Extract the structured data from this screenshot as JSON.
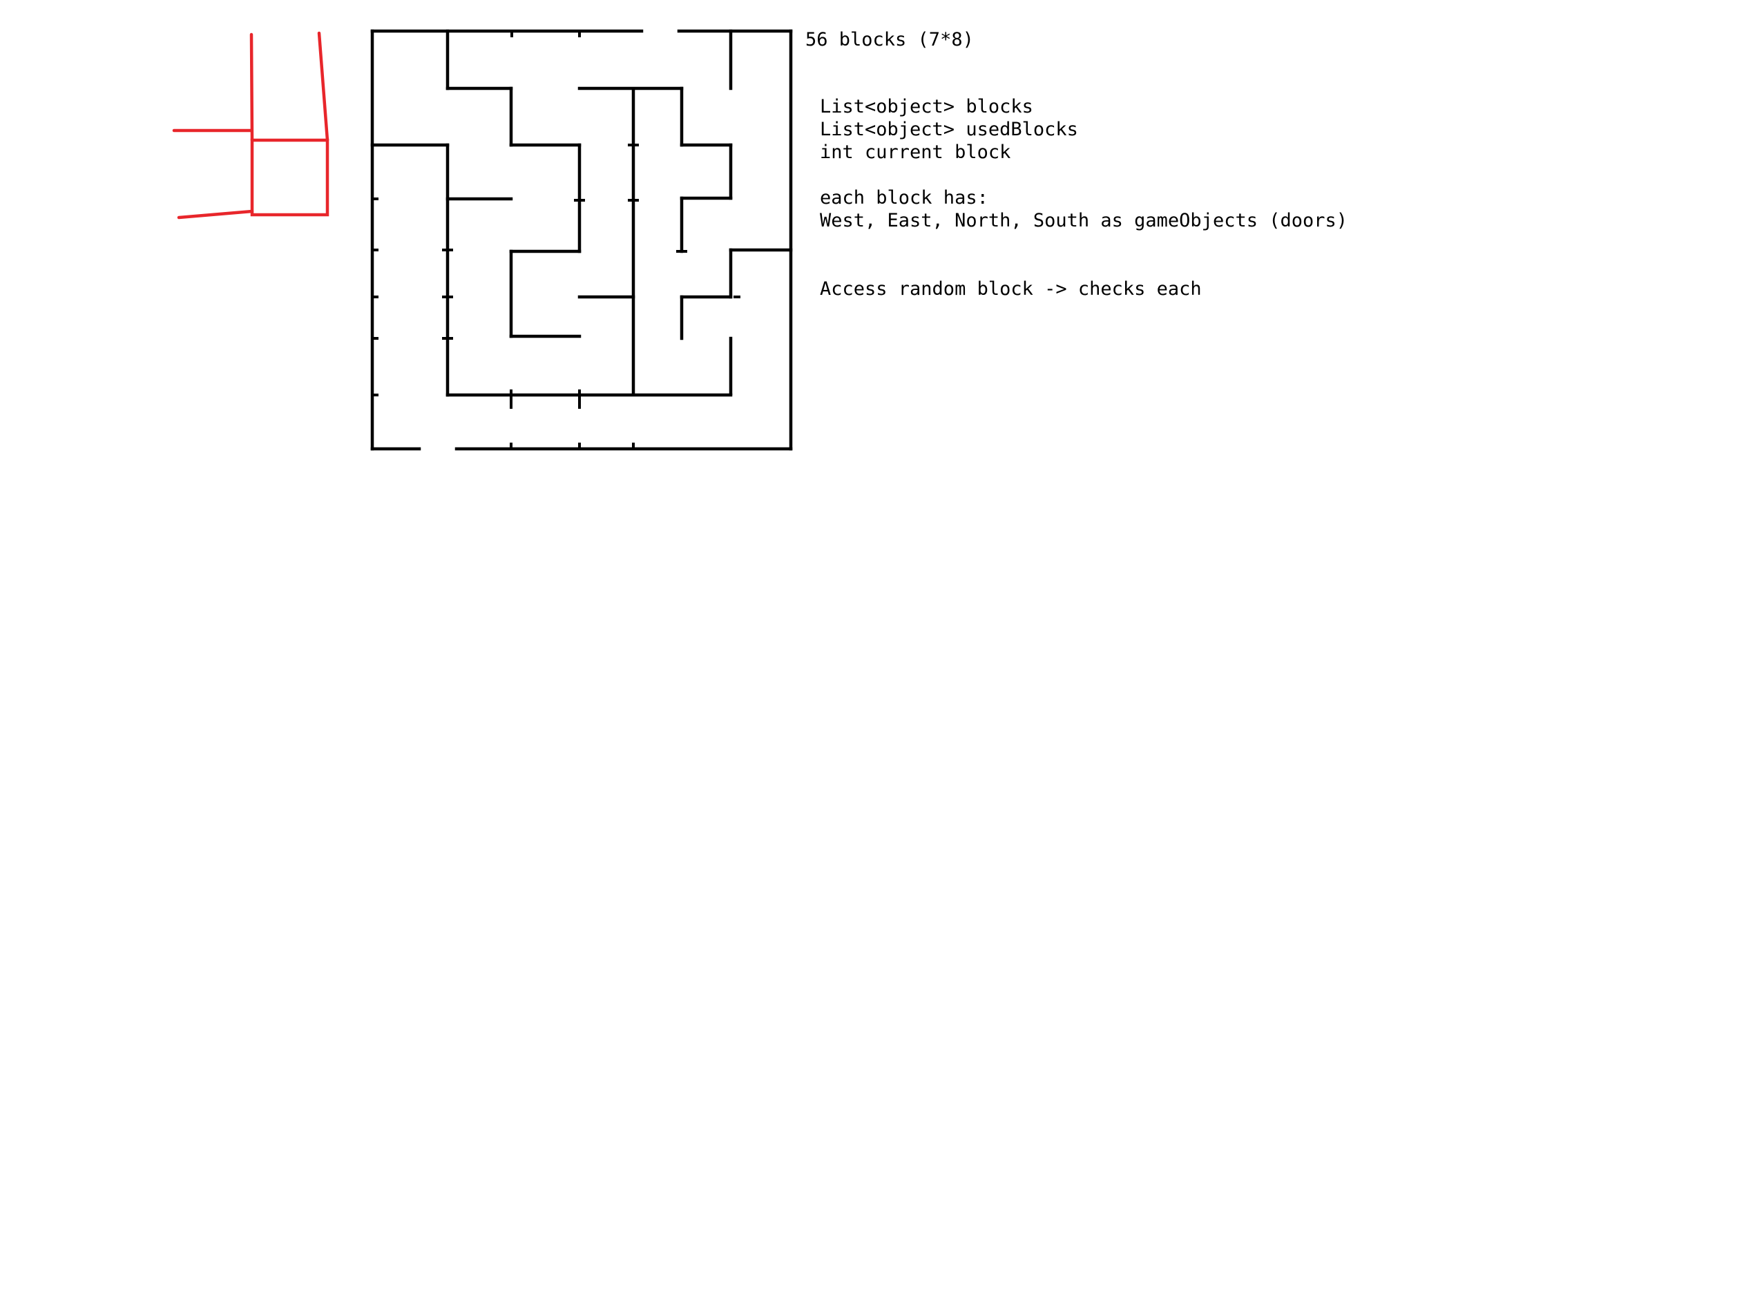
{
  "notes": {
    "block_count": "56 blocks (7*8)",
    "blocks_list": "List<object> blocks",
    "used_blocks_list": "List<object> usedBlocks",
    "current_block": "int current block",
    "each_block_has": "each block has:",
    "doors": "West, East, North, South as gameObjects (doors)",
    "access_random": "Access random block -> checks each"
  },
  "colors": {
    "maze_wall": "#000000",
    "door_sketch": "#e8262b",
    "background": "#ffffff",
    "text": "#000000"
  }
}
